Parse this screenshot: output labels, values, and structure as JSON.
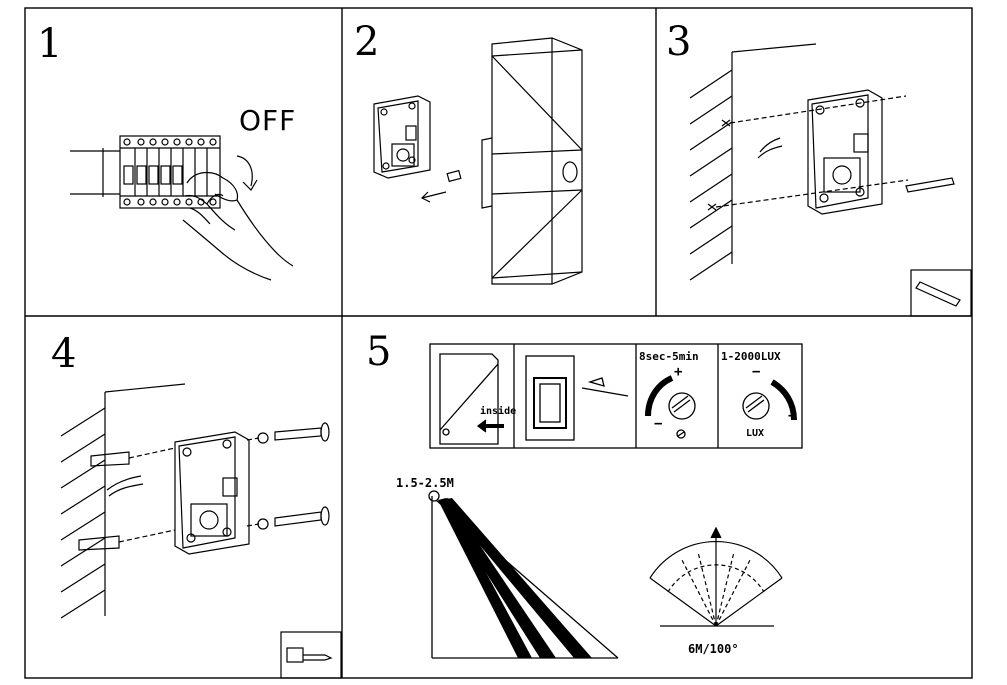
{
  "steps": [
    {
      "number": "1",
      "label": "OFF"
    },
    {
      "number": "2"
    },
    {
      "number": "3"
    },
    {
      "number": "4"
    },
    {
      "number": "5"
    }
  ],
  "settings": {
    "inside_label": "inside",
    "time_range": "8sec-5min",
    "lux_range": "1-2000LUX",
    "lux_label": "LUX",
    "plus": "+",
    "minus": "−"
  },
  "detection": {
    "mount_height": "1.5-2.5M",
    "range_angle": "6M/100°"
  }
}
